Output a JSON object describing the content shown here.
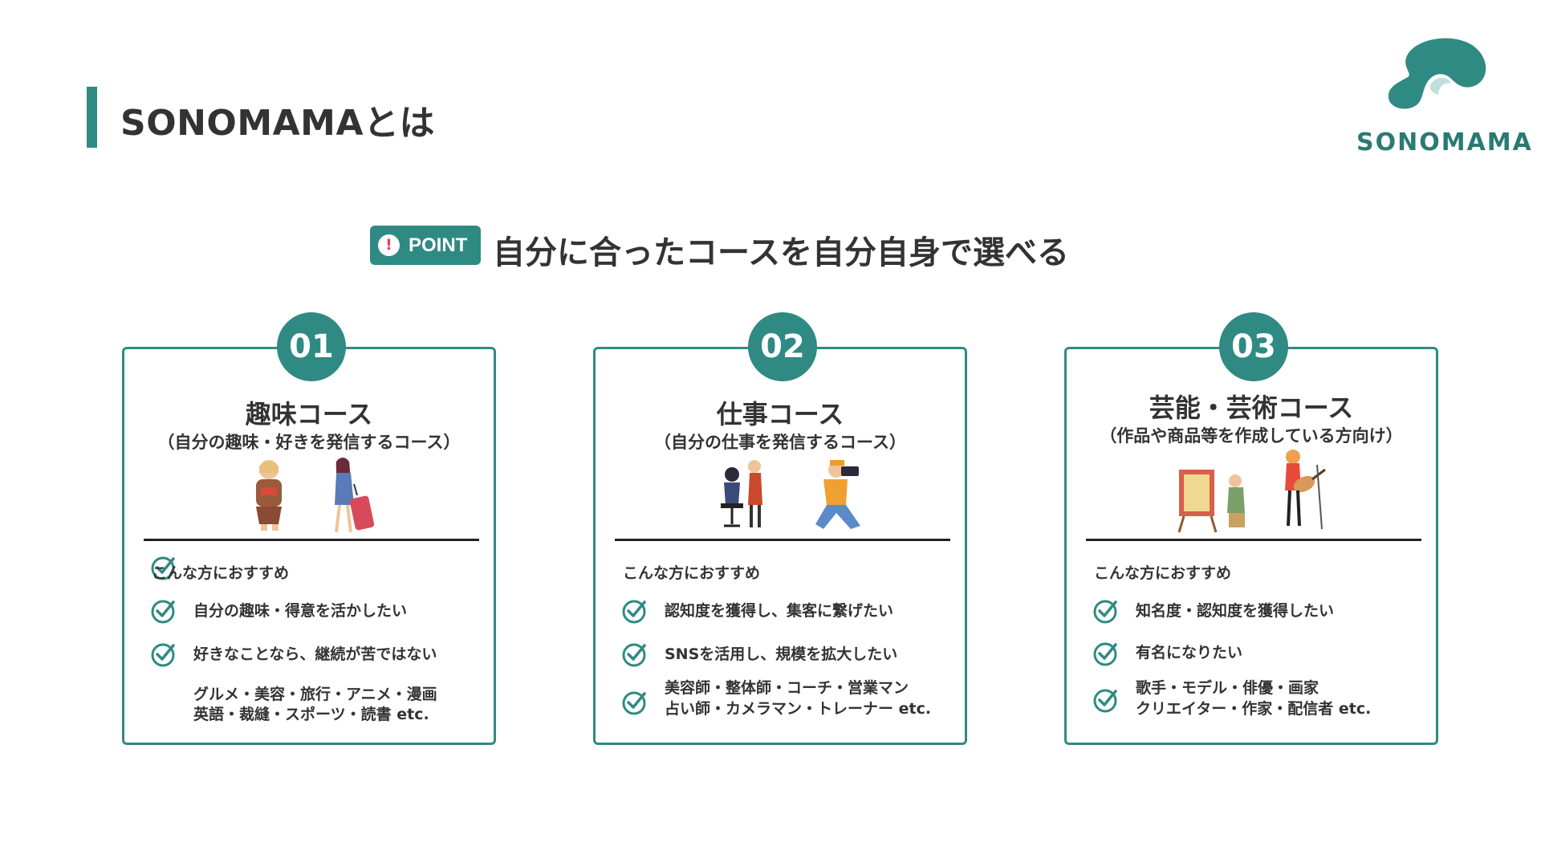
{
  "header": {
    "title": "SONOMAMAとは"
  },
  "logo": {
    "text": "SONOMAMA"
  },
  "point": {
    "badge_icon": "!",
    "badge_label": "POINT",
    "headline": "自分に合ったコースを自分自身で選べる"
  },
  "colors": {
    "accent": "#2f8a83",
    "text": "#333333",
    "badge_icon": "#e0406a"
  },
  "cards": [
    {
      "number": "01",
      "title": "趣味コース",
      "subtitle": "（自分の趣味・好きを発信するコース）",
      "recommend_label": "こんな方におすすめ",
      "items": [
        "自分の趣味・得意を活かしたい",
        "好きなことなら、継続が苦ではない"
      ],
      "extra_lines": [
        "グルメ・美容・旅行・アニメ・漫画",
        "英語・裁縫・スポーツ・読書 etc."
      ]
    },
    {
      "number": "02",
      "title": "仕事コース",
      "subtitle": "（自分の仕事を発信するコース）",
      "recommend_label": "こんな方におすすめ",
      "items": [
        "認知度を獲得し、集客に繋げたい",
        "SNSを活用し、規模を拡大したい"
      ],
      "item3_lines": [
        "美容師・整体師・コーチ・営業マン",
        "占い師・カメラマン・トレーナー etc."
      ]
    },
    {
      "number": "03",
      "title": "芸能・芸術コース",
      "subtitle": "（作品や商品等を作成している方向け）",
      "recommend_label": "こんな方におすすめ",
      "items": [
        "知名度・認知度を獲得したい",
        "有名になりたい"
      ],
      "item3_lines": [
        "歌手・モデル・俳優・画家",
        "クリエイター・作家・配信者 etc."
      ]
    }
  ]
}
